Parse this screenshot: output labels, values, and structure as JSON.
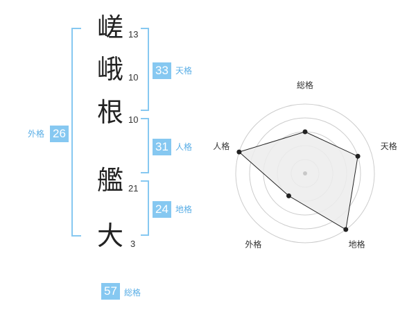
{
  "name": {
    "chars": [
      {
        "char": "嵯",
        "strokes": "13"
      },
      {
        "char": "峨",
        "strokes": "10"
      },
      {
        "char": "根",
        "strokes": "10"
      },
      {
        "char": "艦",
        "strokes": "21"
      },
      {
        "char": "大",
        "strokes": "3"
      }
    ]
  },
  "fortune": {
    "tenkaku": {
      "value": "33",
      "label": "天格"
    },
    "jinkaku": {
      "value": "31",
      "label": "人格"
    },
    "chikaku": {
      "value": "24",
      "label": "地格"
    },
    "gaikaku": {
      "value": "26",
      "label": "外格"
    },
    "soukaku": {
      "value": "57",
      "label": "総格"
    }
  },
  "chart_data": {
    "type": "radar",
    "axes": [
      "総格",
      "天格",
      "地格",
      "外格",
      "人格"
    ],
    "values": [
      3,
      4,
      5,
      2,
      5
    ],
    "rmax": 5,
    "rings": 5,
    "colors": {
      "fill": "#ececec",
      "line": "#222222",
      "grid": "#cccccc",
      "point": "#222222",
      "center": "#c8c8c8"
    }
  }
}
